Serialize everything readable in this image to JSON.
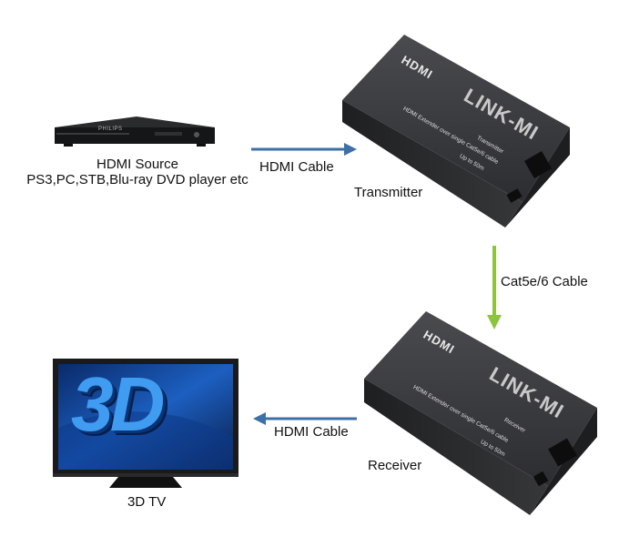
{
  "source": {
    "title": "HDMI Source",
    "subtitle": "PS3,PC,STB,Blu-ray DVD player etc",
    "device_brand": "PHILIPS"
  },
  "cable_top": {
    "label": "HDMI Cable"
  },
  "transmitter": {
    "caption": "Transmitter",
    "hdmi_logo": "HDMI",
    "brand": "LINK-MI",
    "line1": "HDMI Extender over single Cat5e/6 cable",
    "line2": "Transmitter",
    "line3": "Up to 50m"
  },
  "cat_cable": {
    "label": "Cat5e/6 Cable"
  },
  "receiver": {
    "caption": "Receiver",
    "hdmi_logo": "HDMI",
    "brand": "LINK-MI",
    "line1": "HDMI Extender over single Cat5e/6 cable",
    "line2": "Receiver",
    "line3": "Up to 50m"
  },
  "cable_bottom": {
    "label": "HDMI Cable"
  },
  "tv": {
    "caption": "3D TV",
    "badge": "3D"
  },
  "colors": {
    "arrow_blue": "#3d6fa8",
    "arrow_green": "#8cc43c",
    "device_body": "#2b2c2e"
  }
}
